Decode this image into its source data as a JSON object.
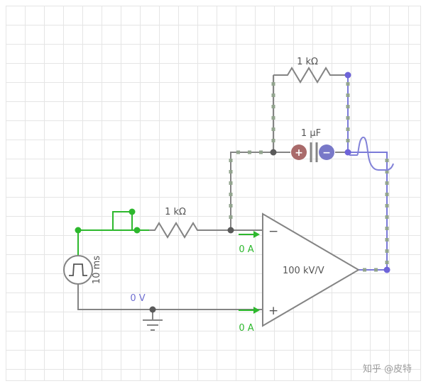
{
  "app": {
    "name": "circuit-simulator"
  },
  "labels": {
    "feedback_resistor_value": "1 kΩ",
    "capacitor_value": "1 µF",
    "input_resistor_value": "1 kΩ",
    "opamp_gain": "100 kV/V",
    "opamp_inverting_sign": "−",
    "opamp_noninverting_sign": "+",
    "capacitor_plus_sign": "+",
    "capacitor_minus_sign": "−",
    "source_pulse_width": "10 ms",
    "ground_node_voltage": "0 V",
    "inverting_input_current": "0 A",
    "noninverting_input_current": "0 A"
  },
  "watermark": "知乎 @皮特",
  "colors": {
    "wire_gray": "#848484",
    "active_green": "#2db82d",
    "selected_wire_blue": "#7a7ad8",
    "node_blue": "#6e64d9",
    "junction_gray": "#5a5a5a",
    "current_marker": "#93a58f",
    "cap_positive_red": "#a96a6a",
    "cap_negative_blue": "#7878c8",
    "label_gray": "#555555",
    "grid_line": "#e5e5e5"
  }
}
